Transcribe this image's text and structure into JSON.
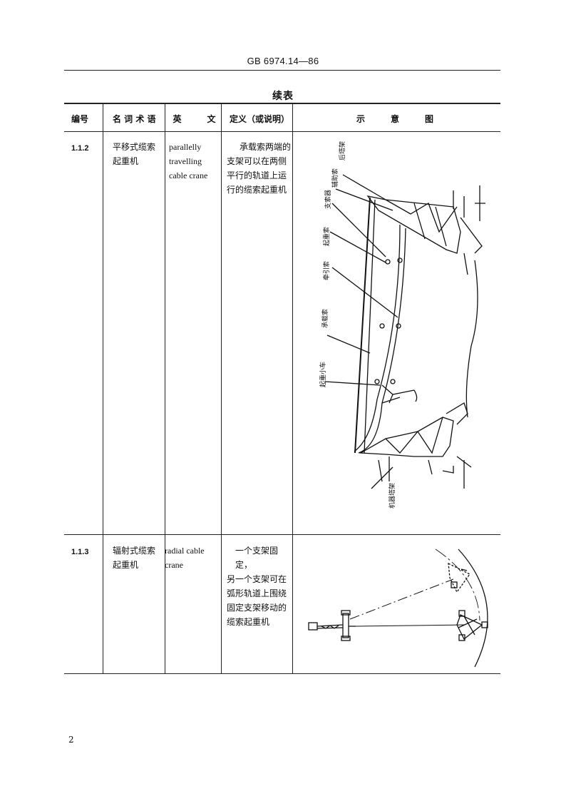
{
  "header": {
    "standard_no": "GB 6974.14—86"
  },
  "caption": "续表",
  "columns": {
    "number": "编号",
    "term": "名 词 术 语",
    "english": "英　　　文",
    "definition": "定义（或说明）",
    "diagram": "示　　　意　　　图"
  },
  "rows": [
    {
      "number": "1.1.2",
      "term_lines": [
        "平移式缆索",
        "起重机"
      ],
      "english_lines": [
        "parallelly",
        "travelling",
        "cable crane"
      ],
      "definition_lines": [
        "承载索两端的",
        "支架可以在两侧",
        "平行的轨道上运",
        "行的缆索起重机"
      ],
      "diagram_labels": {
        "rear_tower": "后塔架",
        "guy_rope": "辅助索",
        "carrier": "支索器",
        "hoist_rope": "起重索",
        "haul_rope": "牵引索",
        "track_rope": "承载索",
        "trolley": "起重小车",
        "machine_tower": "机器塔架"
      }
    },
    {
      "number": "1.1.3",
      "term_lines": [
        "辐射式缆索",
        "起重机"
      ],
      "english_lines": [
        "radial cable",
        "crane"
      ],
      "definition_lines": [
        "一个支架固定，",
        "另一个支架可在",
        "弧形轨道上围绕",
        "固定支架移动的",
        "缆索起重机"
      ]
    }
  ],
  "page_number": "2"
}
